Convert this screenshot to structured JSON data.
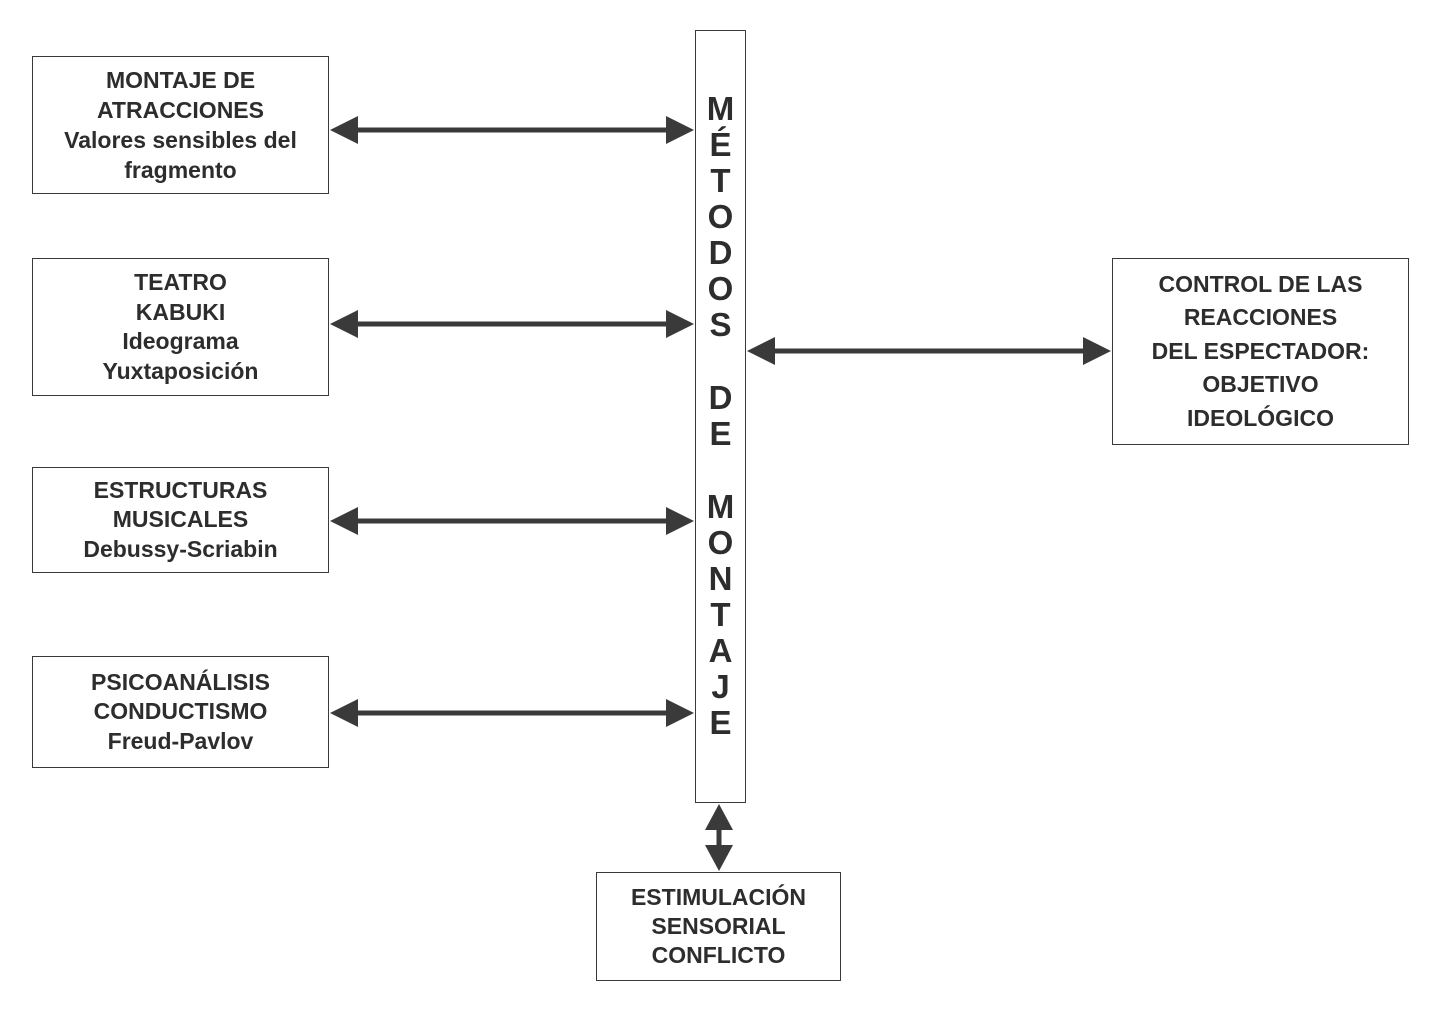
{
  "left_boxes": [
    {
      "lines": [
        "MONTAJE DE",
        "ATRACCIONES",
        "Valores sensibles del",
        "fragmento"
      ]
    },
    {
      "lines": [
        "TEATRO",
        "KABUKI",
        "Ideograma",
        "Yuxtaposición"
      ]
    },
    {
      "lines": [
        "ESTRUCTURAS",
        "MUSICALES",
        "Debussy-Scriabin"
      ]
    },
    {
      "lines": [
        "PSICOANÁLISIS",
        "CONDUCTISMO",
        "Freud-Pavlov"
      ]
    }
  ],
  "right_box": {
    "lines": [
      "CONTROL DE LAS",
      "REACCIONES",
      "DEL ESPECTADOR:",
      "OBJETIVO",
      "IDEOLÓGICO"
    ]
  },
  "bottom_box": {
    "lines": [
      "ESTIMULACIÓN",
      "SENSORIAL",
      "CONFLICTO"
    ]
  },
  "central_bar": {
    "words": [
      [
        "M",
        "É",
        "T",
        "O",
        "D",
        "O",
        "S"
      ],
      [
        "D",
        "E"
      ],
      [
        "M",
        "O",
        "N",
        "T",
        "A",
        "J",
        "E"
      ]
    ]
  },
  "colors": {
    "stroke": "#3a3a3a",
    "text": "#2d2d2d",
    "background": "#ffffff"
  }
}
